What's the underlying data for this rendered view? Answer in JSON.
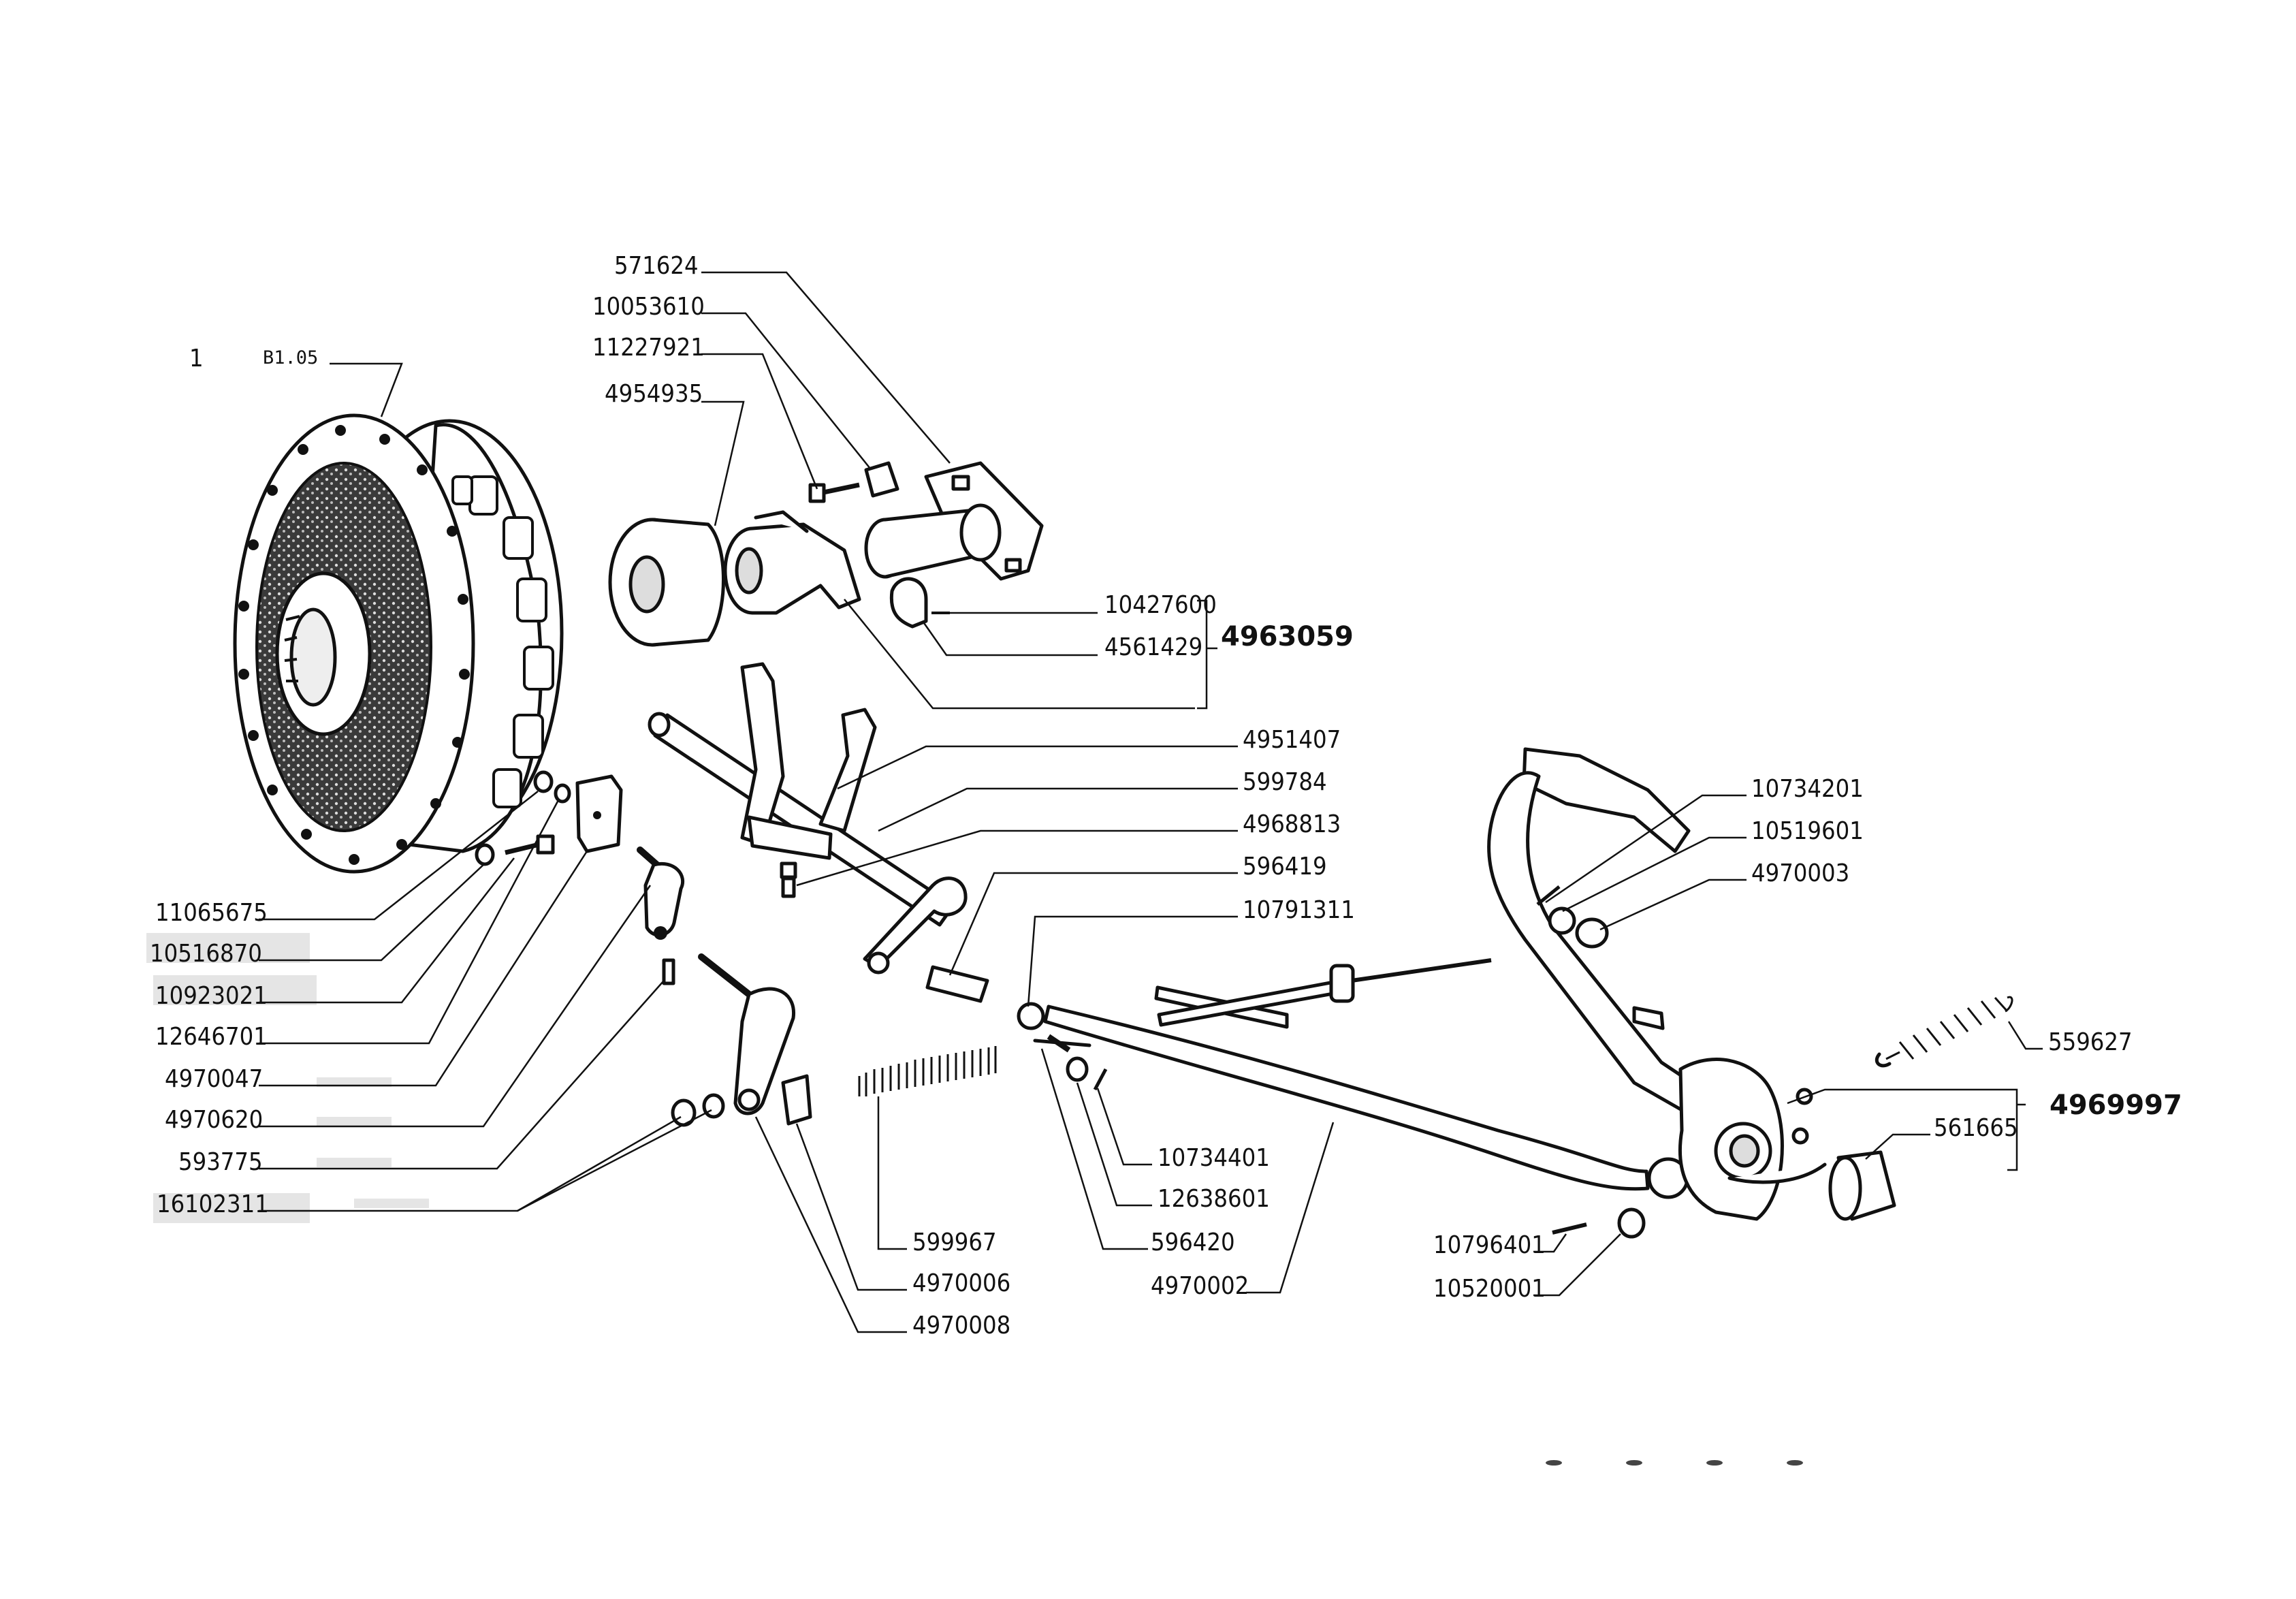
{
  "sheet_number": "1",
  "group_code": "B1.05",
  "assemblies": [
    {
      "code": "4963059",
      "members": [
        "10427600",
        "4561429"
      ]
    },
    {
      "code": "4969997",
      "members": [
        "561665"
      ]
    }
  ],
  "part_numbers": [
    {
      "id": "571624"
    },
    {
      "id": "10053610"
    },
    {
      "id": "11227921"
    },
    {
      "id": "4954935"
    },
    {
      "id": "10427600"
    },
    {
      "id": "4561429"
    },
    {
      "id": "4951407"
    },
    {
      "id": "599784"
    },
    {
      "id": "4968813"
    },
    {
      "id": "596419"
    },
    {
      "id": "10791311"
    },
    {
      "id": "10734201"
    },
    {
      "id": "10519601"
    },
    {
      "id": "4970003"
    },
    {
      "id": "559627"
    },
    {
      "id": "561665"
    },
    {
      "id": "11065675"
    },
    {
      "id": "10516870"
    },
    {
      "id": "10923021"
    },
    {
      "id": "12646701"
    },
    {
      "id": "4970047"
    },
    {
      "id": "4970620"
    },
    {
      "id": "593775"
    },
    {
      "id": "16102311"
    },
    {
      "id": "599967"
    },
    {
      "id": "4970006"
    },
    {
      "id": "4970008"
    },
    {
      "id": "10734401"
    },
    {
      "id": "12638601"
    },
    {
      "id": "596420"
    },
    {
      "id": "4970002"
    },
    {
      "id": "10796401"
    },
    {
      "id": "10520001"
    }
  ]
}
